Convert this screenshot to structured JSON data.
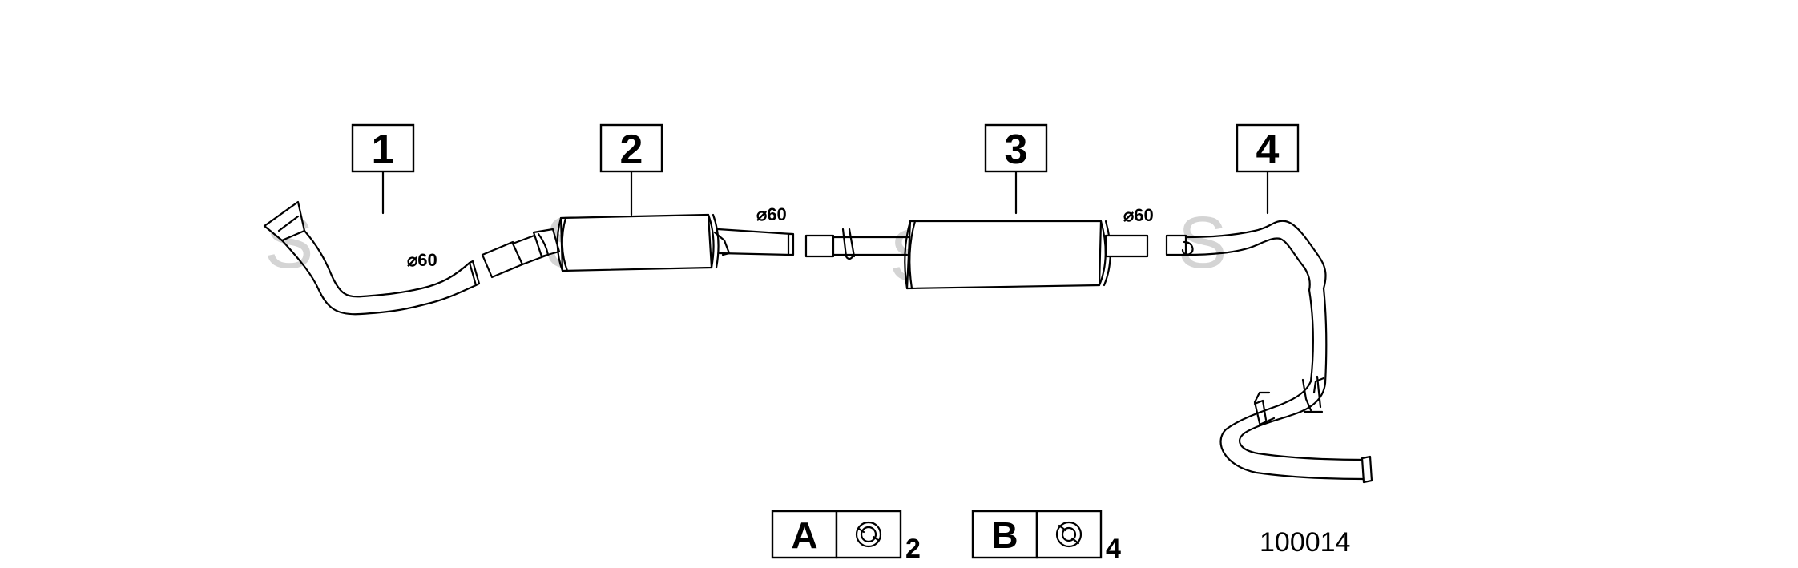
{
  "watermark": [
    "S",
    "S",
    "S",
    "S"
  ],
  "parts": [
    {
      "number": "1"
    },
    {
      "number": "2"
    },
    {
      "number": "3"
    },
    {
      "number": "4"
    }
  ],
  "dimensions": [
    "⌀60",
    "⌀60",
    "⌀60"
  ],
  "legend": [
    {
      "letter": "A",
      "quantity": "2",
      "icon": "clamp-ring-icon"
    },
    {
      "letter": "B",
      "quantity": "4",
      "icon": "rubber-mount-icon"
    }
  ],
  "reference_code": "100014"
}
